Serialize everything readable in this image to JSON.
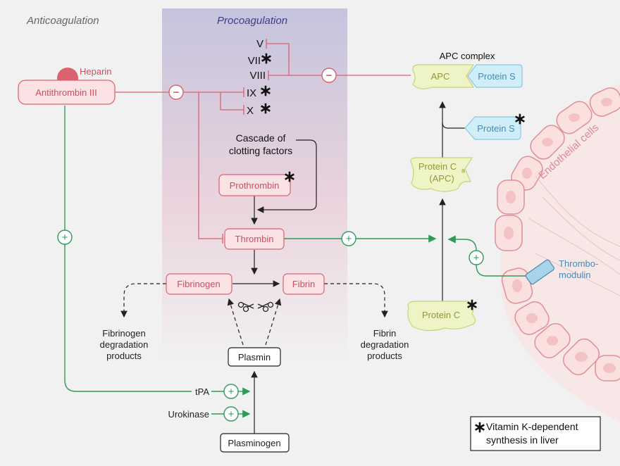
{
  "sections": {
    "anticoagulation": "Anticoagulation",
    "procoagulation": "Procoagulation"
  },
  "factors": {
    "v": "V",
    "vii": "VII",
    "viii": "VIII",
    "ix": "IX",
    "x": "X"
  },
  "nodes": {
    "heparin": "Heparin",
    "antithrombin": "Antithrombin III",
    "cascade_line1": "Cascade of",
    "cascade_line2": "clotting factors",
    "prothrombin": "Prothrombin",
    "thrombin": "Thrombin",
    "fibrinogen": "Fibrinogen",
    "fibrin": "Fibrin",
    "fdp": [
      "Fibrinogen",
      "degradation",
      "products"
    ],
    "fibrin_dp": [
      "Fibrin",
      "degradation",
      "products"
    ],
    "plasmin": "Plasmin",
    "tpa": "tPA",
    "urokinase": "Urokinase",
    "plasminogen": "Plasminogen",
    "apc_complex": "APC complex",
    "apc": "APC",
    "protein_s_complex": "Protein S",
    "protein_s": "Protein S",
    "protein_ca_line1": "Protein C",
    "protein_ca_sub": "a",
    "protein_ca_line2": "(APC)",
    "protein_c": "Protein C",
    "thrombomodulin_line1": "Thrombo-",
    "thrombomodulin_line2": "modulin",
    "endothelial": "Endothelial cells"
  },
  "signs": {
    "plus": "+",
    "minus": "−",
    "star": "∗"
  },
  "legend": {
    "star": "∗",
    "line1": "Vitamin K-dependent",
    "line2": "synthesis in liver"
  },
  "colors": {
    "red": "#d9626f",
    "green": "#2e9c57",
    "blue": "#4b8ab0",
    "procoag_top": "#c7c6de",
    "procoag_bottom": "#f3d8de",
    "apc_fill": "#eef4c6",
    "protein_s_fill": "#cfeef8"
  }
}
